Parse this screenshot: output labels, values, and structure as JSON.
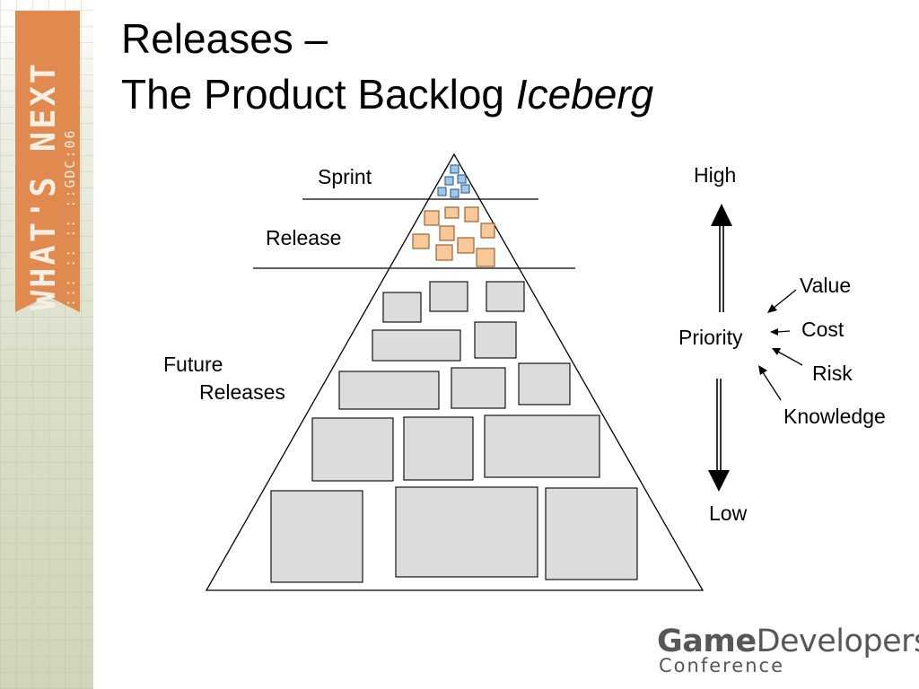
{
  "sidebar": {
    "logo_line1": "WHAT'S NEXT",
    "logo_line2": "::: :: :: ::GDC:06",
    "banner_color": "#e08a4f"
  },
  "slide": {
    "title_line1": "Releases –",
    "title_line2_regular": "The Product Backlog ",
    "title_line2_italic": "Iceberg"
  },
  "iceberg": {
    "levels": {
      "sprint": "Sprint",
      "release": "Release",
      "future_line1": "Future",
      "future_line2": "Releases"
    },
    "colors": {
      "sprint_items": "#9ec8e8",
      "release_items": "#f8c898",
      "future_items": "#dcdcdc"
    }
  },
  "priority": {
    "label": "Priority",
    "high": "High",
    "low": "Low",
    "factors": [
      "Value",
      "Cost",
      "Risk",
      "Knowledge"
    ]
  },
  "footer": {
    "brand_bold": "Game",
    "brand_regular": "Developers",
    "brand_line2": "Conference"
  }
}
